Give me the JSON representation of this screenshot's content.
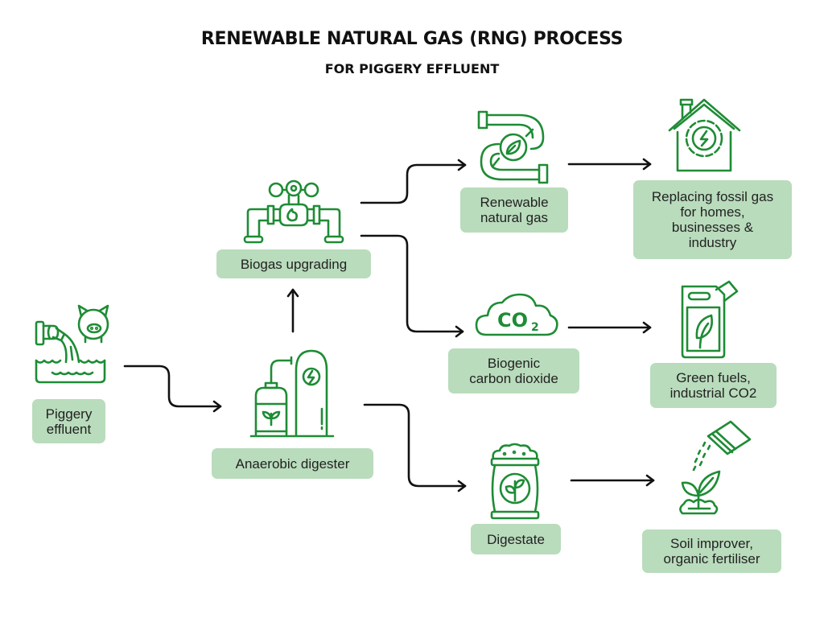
{
  "header": {
    "title": "RENEWABLE NATURAL GAS (RNG) PROCESS",
    "subtitle": "FOR PIGGERY EFFLUENT"
  },
  "colors": {
    "icon_green": "#1e8c35",
    "label_bg": "#b9dcbc",
    "arrow": "#111111"
  },
  "nodes": {
    "piggery_effluent": {
      "label_lines": [
        "Piggery",
        "effluent"
      ],
      "icon": "pipe-pig-effluent-icon"
    },
    "anaerobic_digester": {
      "label_lines": [
        "Anaerobic digester"
      ],
      "icon": "digester-tank-icon"
    },
    "biogas_upgrading": {
      "label_lines": [
        "Biogas upgrading"
      ],
      "icon": "pipeline-valve-flame-icon"
    },
    "renewable_natural_gas": {
      "label_lines": [
        "Renewable",
        "natural gas"
      ],
      "icon": "pipe-leaf-icon"
    },
    "biogenic_co2": {
      "label_lines": [
        "Biogenic",
        "carbon dioxide"
      ],
      "icon": "co2-cloud-icon",
      "icon_text": "CO",
      "icon_subscript": "2"
    },
    "digestate": {
      "label_lines": [
        "Digestate"
      ],
      "icon": "fertiliser-sack-icon"
    },
    "replacing_fossil_gas": {
      "label_lines": [
        "Replacing fossil gas",
        "for homes,",
        "businesses &",
        "industry"
      ],
      "icon": "house-gear-energy-icon"
    },
    "green_fuels": {
      "label_lines": [
        "Green fuels,",
        "industrial CO2"
      ],
      "icon": "jerrycan-leaf-icon"
    },
    "soil_improver": {
      "label_lines": [
        "Soil improver,",
        "organic fertiliser"
      ],
      "icon": "plant-fertiliser-icon"
    }
  },
  "flows": [
    {
      "from": "Piggery effluent",
      "to": "Anaerobic digester"
    },
    {
      "from": "Anaerobic digester",
      "to": "Biogas upgrading"
    },
    {
      "from": "Anaerobic digester",
      "to": "Digestate"
    },
    {
      "from": "Biogas upgrading",
      "to": "Renewable natural gas"
    },
    {
      "from": "Biogas upgrading",
      "to": "Biogenic carbon dioxide"
    },
    {
      "from": "Renewable natural gas",
      "to": "Replacing fossil gas for homes, businesses & industry"
    },
    {
      "from": "Biogenic carbon dioxide",
      "to": "Green fuels, industrial CO2"
    },
    {
      "from": "Digestate",
      "to": "Soil improver, organic fertiliser"
    }
  ]
}
